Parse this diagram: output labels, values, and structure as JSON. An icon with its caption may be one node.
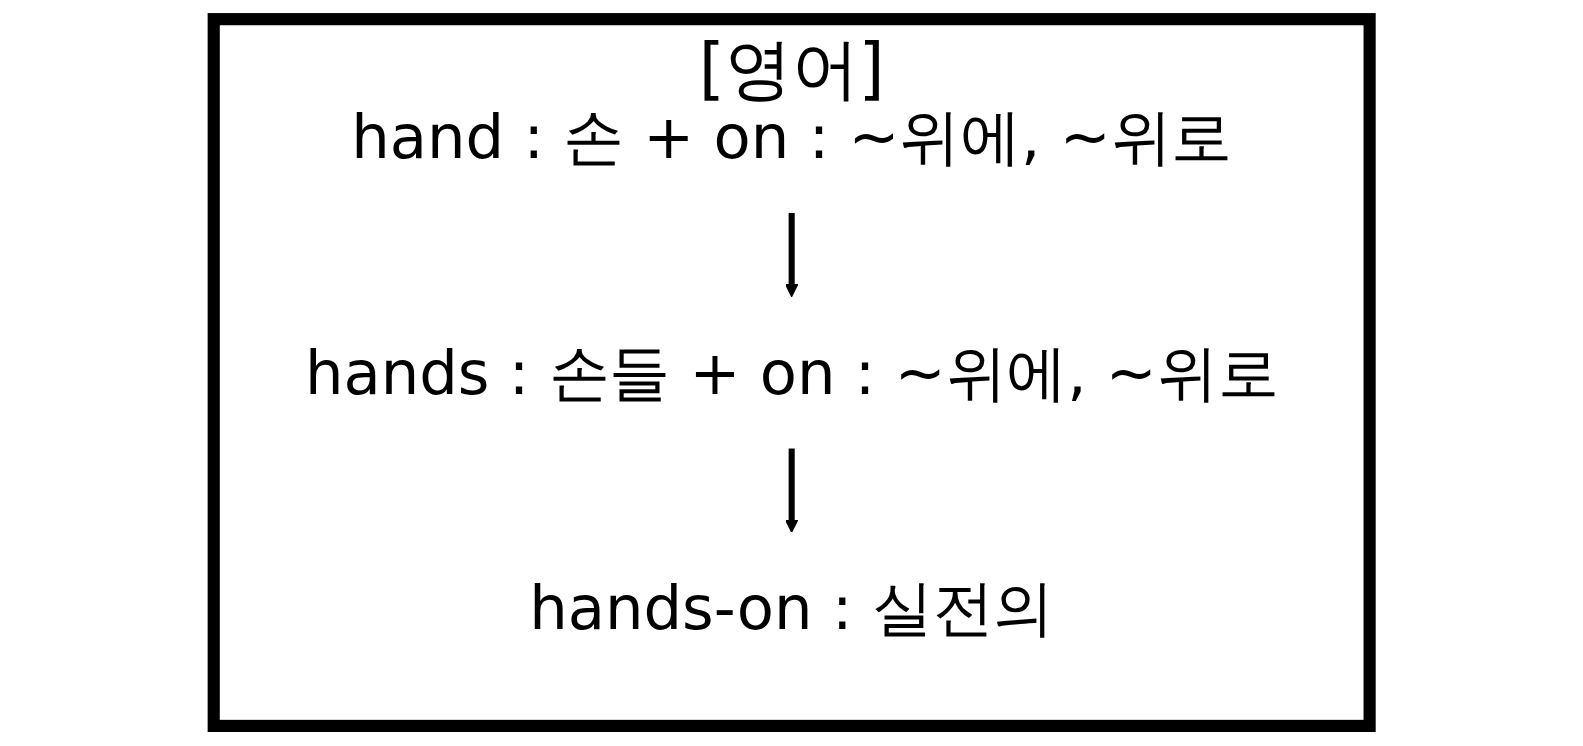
{
  "diagram": {
    "nodes": [
      {
        "text": [
          "[영어]"
        ]
      },
      {
        "text": [
          "hand : 손 + on : ~위에, ~위로"
        ],
        "in": 0
      },
      {
        "text": [
          "hands : 손들 + on : ~위에, ~위로"
        ],
        "in": 0
      },
      {
        "text": [
          "hands-on : 실전의"
        ],
        "in": 0
      }
    ],
    "edges": [
      {
        "from": 1,
        "to": 2,
        "arrow": "to"
      },
      {
        "from": 2,
        "to": 3,
        "arrow": "to"
      }
    ]
  }
}
